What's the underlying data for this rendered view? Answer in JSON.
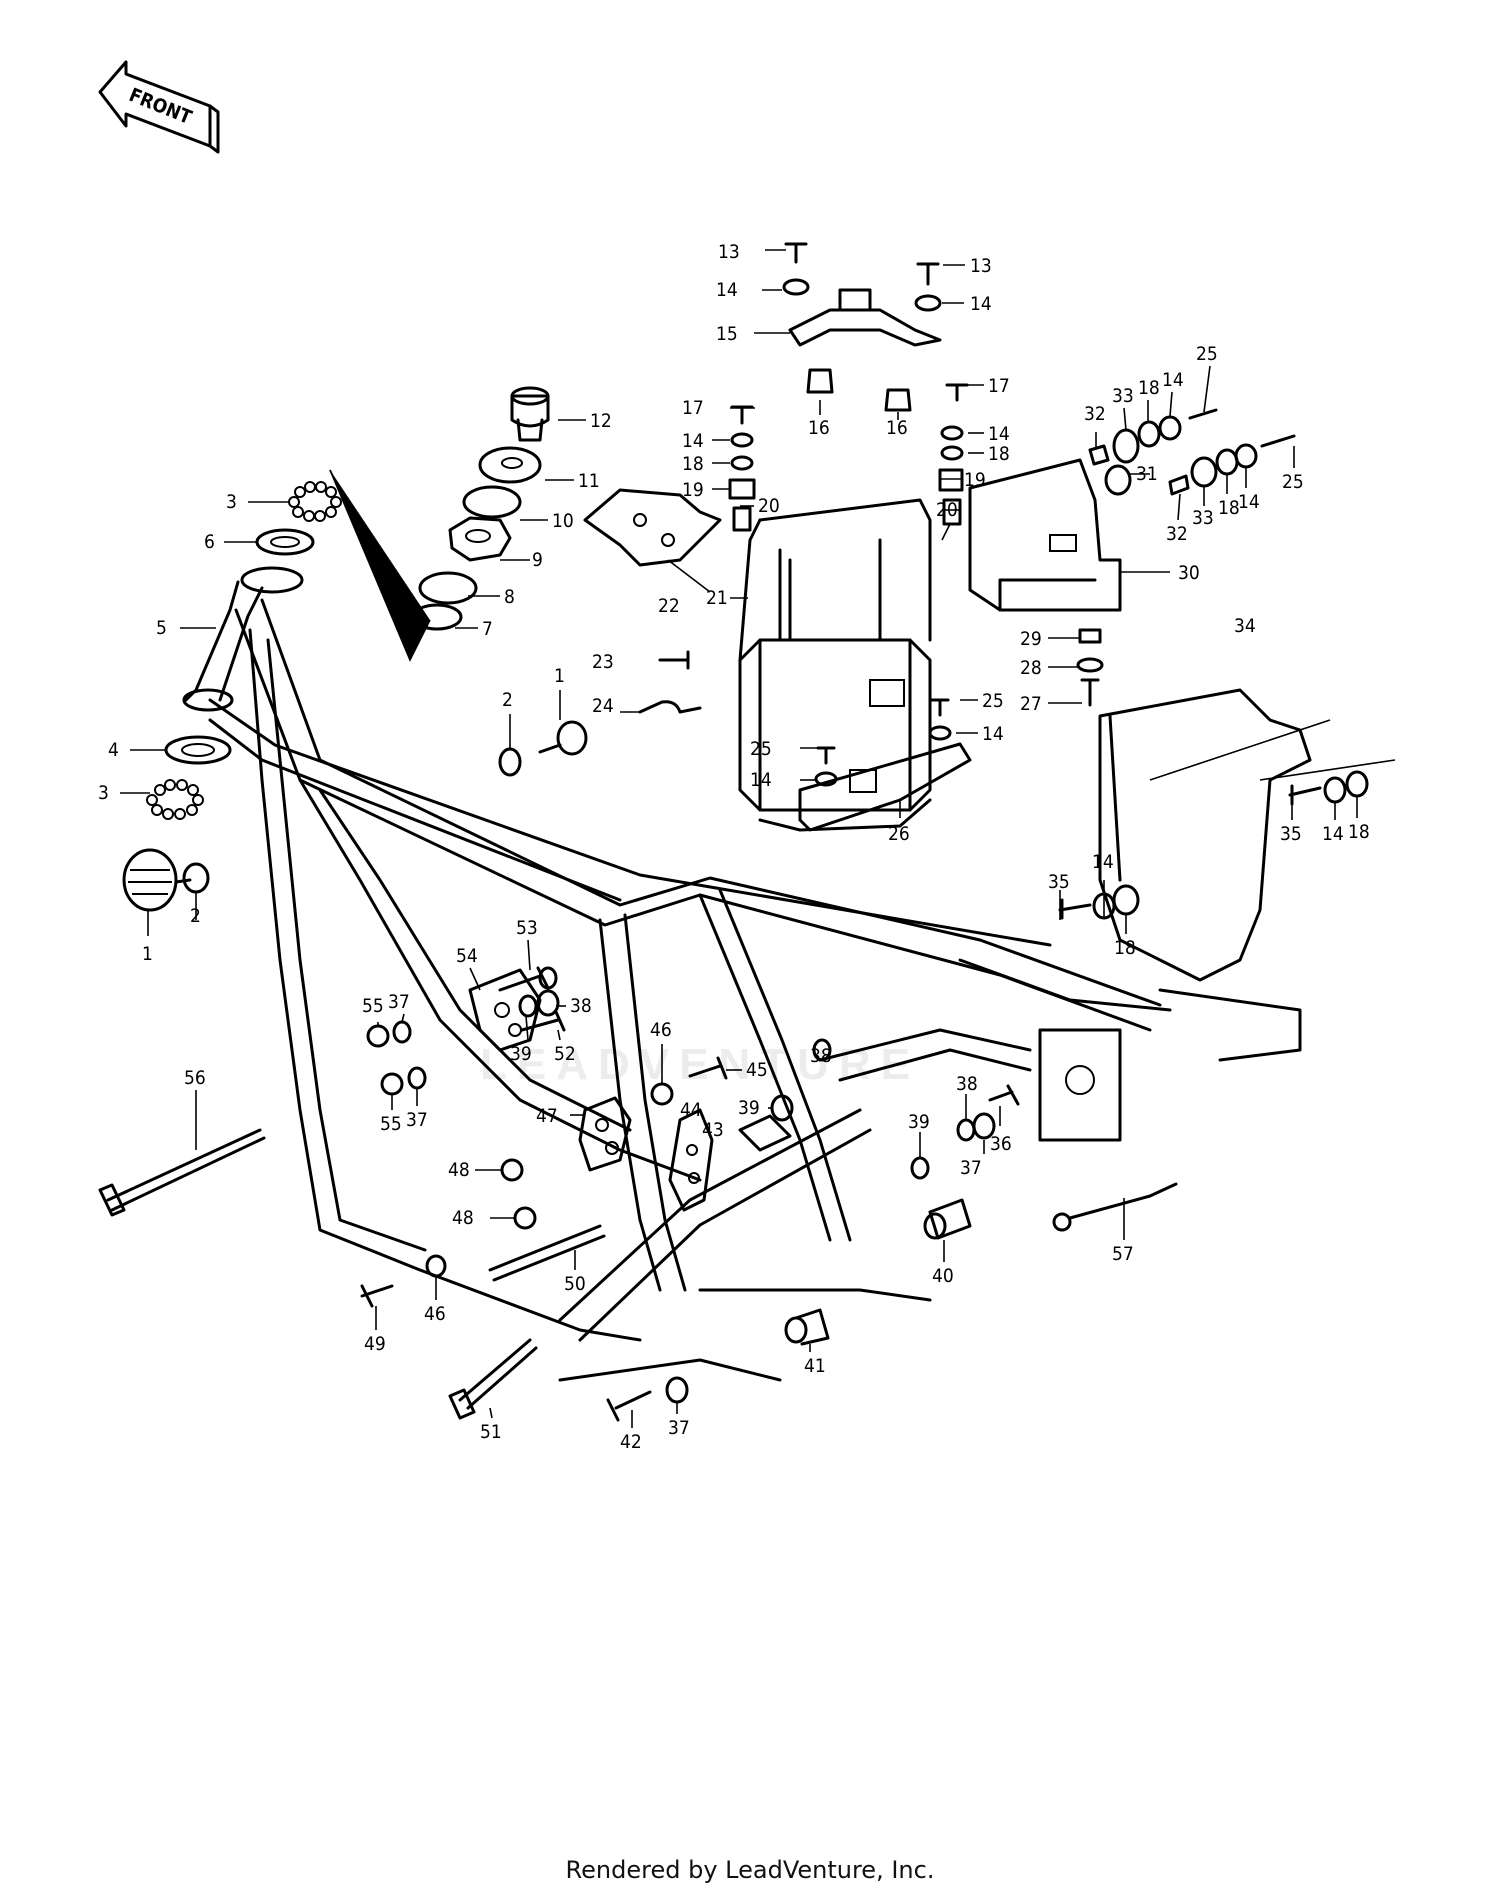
{
  "front_label": "FRONT",
  "watermark": "LEADVENTURE",
  "footer": "Rendered by LeadVenture, Inc.",
  "callouts": [
    {
      "id": "c-13a",
      "text": "13"
    },
    {
      "id": "c-13b",
      "text": "13"
    },
    {
      "id": "c-14a",
      "text": "14"
    },
    {
      "id": "c-14b",
      "text": "14"
    },
    {
      "id": "c-15",
      "text": "15"
    },
    {
      "id": "c-16a",
      "text": "16"
    },
    {
      "id": "c-16b",
      "text": "16"
    },
    {
      "id": "c-17a",
      "text": "17"
    },
    {
      "id": "c-17b",
      "text": "17"
    },
    {
      "id": "c-12",
      "text": "12"
    },
    {
      "id": "c-11",
      "text": "11"
    },
    {
      "id": "c-10",
      "text": "10"
    },
    {
      "id": "c-9",
      "text": "9"
    },
    {
      "id": "c-8",
      "text": "8"
    },
    {
      "id": "c-7",
      "text": "7"
    },
    {
      "id": "c-3a",
      "text": "3"
    },
    {
      "id": "c-6",
      "text": "6"
    },
    {
      "id": "c-5",
      "text": "5"
    },
    {
      "id": "c-4",
      "text": "4"
    },
    {
      "id": "c-3b",
      "text": "3"
    },
    {
      "id": "c-1a",
      "text": "1"
    },
    {
      "id": "c-2a",
      "text": "2"
    },
    {
      "id": "c-1b",
      "text": "1"
    },
    {
      "id": "c-2b",
      "text": "2"
    },
    {
      "id": "c-14c",
      "text": "14"
    },
    {
      "id": "c-18a",
      "text": "18"
    },
    {
      "id": "c-19a",
      "text": "19"
    },
    {
      "id": "c-20a",
      "text": "20"
    },
    {
      "id": "c-22",
      "text": "22"
    },
    {
      "id": "c-21",
      "text": "21"
    },
    {
      "id": "c-14d",
      "text": "14"
    },
    {
      "id": "c-18b",
      "text": "18"
    },
    {
      "id": "c-19b",
      "text": "19"
    },
    {
      "id": "c-20b",
      "text": "20"
    },
    {
      "id": "c-32a",
      "text": "32"
    },
    {
      "id": "c-33a",
      "text": "33"
    },
    {
      "id": "c-18c",
      "text": "18"
    },
    {
      "id": "c-14e",
      "text": "14"
    },
    {
      "id": "c-25a",
      "text": "25"
    },
    {
      "id": "c-31",
      "text": "31"
    },
    {
      "id": "c-32b",
      "text": "32"
    },
    {
      "id": "c-33b",
      "text": "33"
    },
    {
      "id": "c-18d",
      "text": "18"
    },
    {
      "id": "c-14f",
      "text": "14"
    },
    {
      "id": "c-25b",
      "text": "25"
    },
    {
      "id": "c-30",
      "text": "30"
    },
    {
      "id": "c-29",
      "text": "29"
    },
    {
      "id": "c-28",
      "text": "28"
    },
    {
      "id": "c-27",
      "text": "27"
    },
    {
      "id": "c-34",
      "text": "34"
    },
    {
      "id": "c-23",
      "text": "23"
    },
    {
      "id": "c-24",
      "text": "24"
    },
    {
      "id": "c-25c",
      "text": "25"
    },
    {
      "id": "c-14g",
      "text": "14"
    },
    {
      "id": "c-25d",
      "text": "25"
    },
    {
      "id": "c-14h",
      "text": "14"
    },
    {
      "id": "c-26",
      "text": "26"
    },
    {
      "id": "c-35a",
      "text": "35"
    },
    {
      "id": "c-14i",
      "text": "14"
    },
    {
      "id": "c-18e",
      "text": "18"
    },
    {
      "id": "c-35b",
      "text": "35"
    },
    {
      "id": "c-14j",
      "text": "14"
    },
    {
      "id": "c-18f",
      "text": "18"
    },
    {
      "id": "c-53",
      "text": "53"
    },
    {
      "id": "c-54",
      "text": "54"
    },
    {
      "id": "c-38a",
      "text": "38"
    },
    {
      "id": "c-55a",
      "text": "55"
    },
    {
      "id": "c-37a",
      "text": "37"
    },
    {
      "id": "c-39a",
      "text": "39"
    },
    {
      "id": "c-52",
      "text": "52"
    },
    {
      "id": "c-55b",
      "text": "55"
    },
    {
      "id": "c-37b",
      "text": "37"
    },
    {
      "id": "c-56",
      "text": "56"
    },
    {
      "id": "c-46a",
      "text": "46"
    },
    {
      "id": "c-45",
      "text": "45"
    },
    {
      "id": "c-38b",
      "text": "38"
    },
    {
      "id": "c-47",
      "text": "47"
    },
    {
      "id": "c-44",
      "text": "44"
    },
    {
      "id": "c-39b",
      "text": "39"
    },
    {
      "id": "c-43",
      "text": "43"
    },
    {
      "id": "c-38c",
      "text": "38"
    },
    {
      "id": "c-36",
      "text": "36"
    },
    {
      "id": "c-39c",
      "text": "39"
    },
    {
      "id": "c-37c",
      "text": "37"
    },
    {
      "id": "c-48a",
      "text": "48"
    },
    {
      "id": "c-48b",
      "text": "48"
    },
    {
      "id": "c-50",
      "text": "50"
    },
    {
      "id": "c-40",
      "text": "40"
    },
    {
      "id": "c-57",
      "text": "57"
    },
    {
      "id": "c-49",
      "text": "49"
    },
    {
      "id": "c-46b",
      "text": "46"
    },
    {
      "id": "c-41",
      "text": "41"
    },
    {
      "id": "c-51",
      "text": "51"
    },
    {
      "id": "c-42",
      "text": "42"
    },
    {
      "id": "c-37d",
      "text": "37"
    }
  ]
}
